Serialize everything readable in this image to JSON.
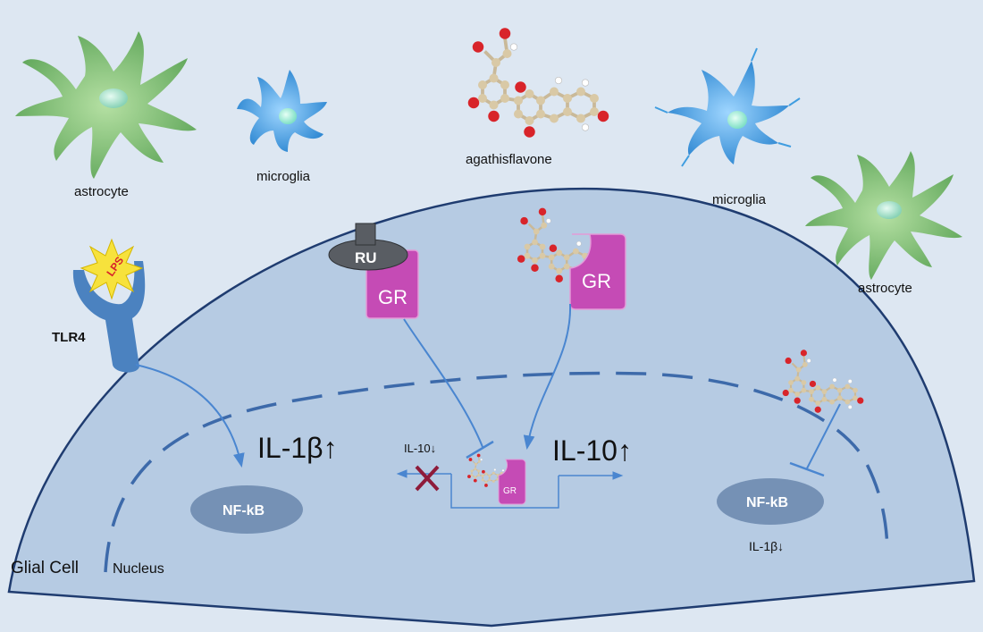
{
  "labels": {
    "astrocyte_left": "astrocyte",
    "microglia_left": "microglia",
    "agathisflavone": "agathisflavone",
    "microglia_right": "microglia",
    "astrocyte_right": "astrocyte",
    "tlr4": "TLR4",
    "lps": "LPS",
    "ru": "RU",
    "gr": "GR",
    "gr_small": "GR",
    "il1b_up": "IL-1β↑",
    "il10_down": "IL-10↓",
    "il10_up": "IL-10↑",
    "nfkb": "NF-kB",
    "il1b_down": "IL-1β↓",
    "glial_cell": "Glial Cell",
    "nucleus": "Nucleus"
  },
  "colors": {
    "background": "#dde7f2",
    "cell_fill": "#b6cbe3",
    "cell_stroke": "#1f3c70",
    "nucleus_stroke": "#3d6aaa",
    "arrow": "#4a86d0",
    "receptor": "#4b82c0",
    "gr_fill": "#c54bb5",
    "ru_fill": "#595d63",
    "nfkb_fill": "#7591b5",
    "astrocyte": "#7fbf74",
    "microglia": "#3f9de0",
    "x_mark": "#8e1b3a",
    "lps_star": "#f7e23c"
  },
  "icons": [
    "astrocyte-icon",
    "microglia-icon",
    "molecule-icon",
    "lps-star-icon",
    "tlr4-receptor-icon",
    "gr-receptor-icon",
    "ru-antagonist-icon",
    "nfkb-icon",
    "x-mark-icon"
  ]
}
